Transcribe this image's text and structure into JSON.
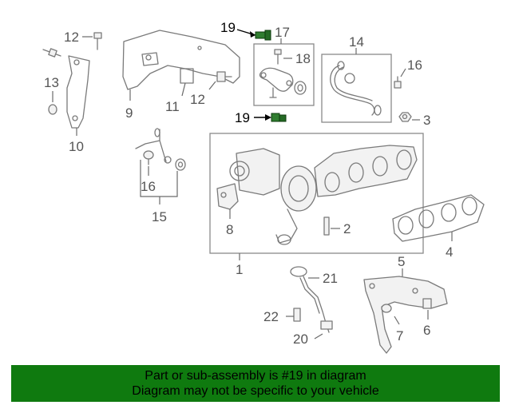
{
  "callouts": {
    "c1": "1",
    "c2": "2",
    "c3": "3",
    "c4": "4",
    "c5": "5",
    "c6": "6",
    "c7": "7",
    "c8": "8",
    "c9": "9",
    "c10": "10",
    "c11": "11",
    "c12a": "12",
    "c12b": "12",
    "c13": "13",
    "c14": "14",
    "c15": "15",
    "c16a": "16",
    "c16b": "16",
    "c17": "17",
    "c18": "18",
    "c19a": "19",
    "c19b": "19",
    "c20": "20",
    "c21": "21",
    "c22": "22"
  },
  "banner": {
    "line1": "Part or sub-assembly is #19 in diagram",
    "line2": "Diagram may not be specific to your vehicle"
  },
  "colors": {
    "banner_bg": "#0f7a0f",
    "highlight_part": "#2f7d2f"
  }
}
